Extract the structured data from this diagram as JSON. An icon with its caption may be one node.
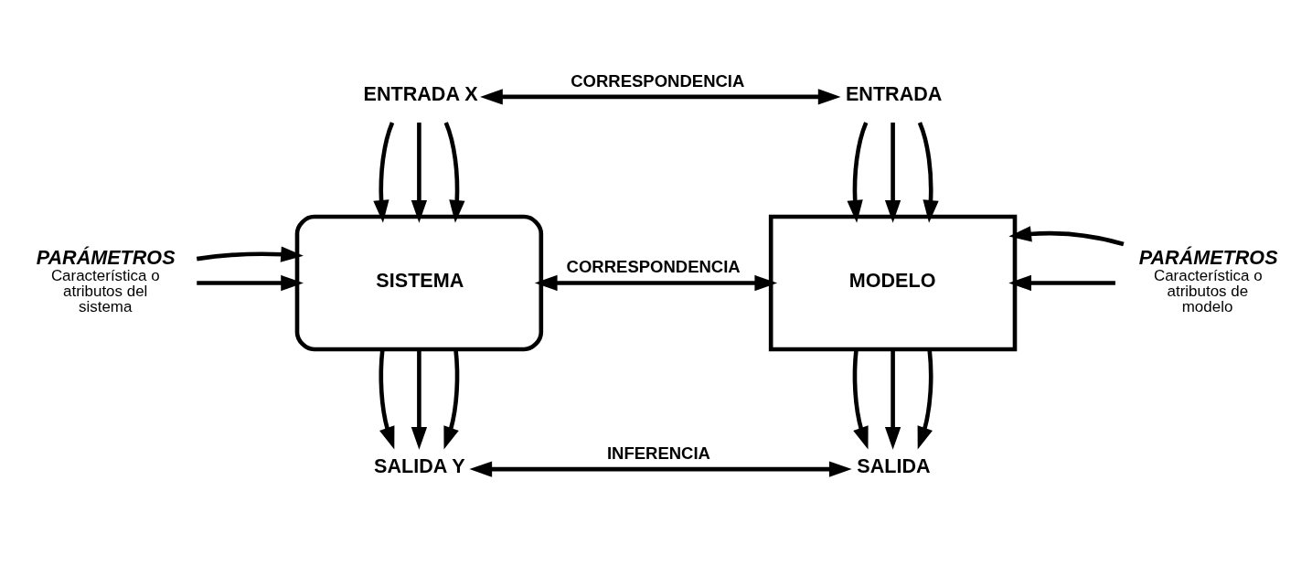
{
  "diagram": {
    "nodes": [
      {
        "text": [
          "ENTRADA X"
        ]
      },
      {
        "text": [
          "PARÁMETROS",
          "Característica o atributos del sistema"
        ]
      },
      {
        "text": [
          "SISTEMA"
        ]
      },
      {
        "text": [
          "SALIDA Y"
        ]
      },
      {
        "text": [
          "ENTRADA"
        ]
      },
      {
        "text": [
          "MODELO"
        ]
      },
      {
        "text": [
          "PARÁMETROS",
          "Característica o atributos de modelo"
        ]
      },
      {
        "text": [
          "SALIDA"
        ]
      }
    ],
    "edges": [
      {
        "from": 0,
        "to": 2,
        "arrow": "to"
      },
      {
        "from": 0,
        "to": 2,
        "arrow": "to"
      },
      {
        "from": 0,
        "to": 2,
        "arrow": "to"
      },
      {
        "from": 1,
        "to": 2,
        "arrow": "to"
      },
      {
        "from": 1,
        "to": 2,
        "arrow": "to"
      },
      {
        "from": 2,
        "to": 3,
        "arrow": "to"
      },
      {
        "from": 2,
        "to": 3,
        "arrow": "to"
      },
      {
        "from": 2,
        "to": 3,
        "arrow": "to"
      },
      {
        "from": 4,
        "to": 5,
        "arrow": "to"
      },
      {
        "from": 4,
        "to": 5,
        "arrow": "to"
      },
      {
        "from": 4,
        "to": 5,
        "arrow": "to"
      },
      {
        "from": 6,
        "to": 5,
        "arrow": "to"
      },
      {
        "from": 6,
        "to": 5,
        "arrow": "to"
      },
      {
        "from": 5,
        "to": 7,
        "arrow": "to"
      },
      {
        "from": 5,
        "to": 7,
        "arrow": "to"
      },
      {
        "from": 5,
        "to": 7,
        "arrow": "to"
      },
      {
        "from": 0,
        "to": 4,
        "arrow": "both",
        "label": "CORRESPONDENCIA"
      },
      {
        "from": 2,
        "to": 5,
        "arrow": "both",
        "label": "CORRESPONDENCIA"
      },
      {
        "from": 3,
        "to": 7,
        "arrow": "both",
        "label": "INFERENCIA"
      }
    ]
  }
}
